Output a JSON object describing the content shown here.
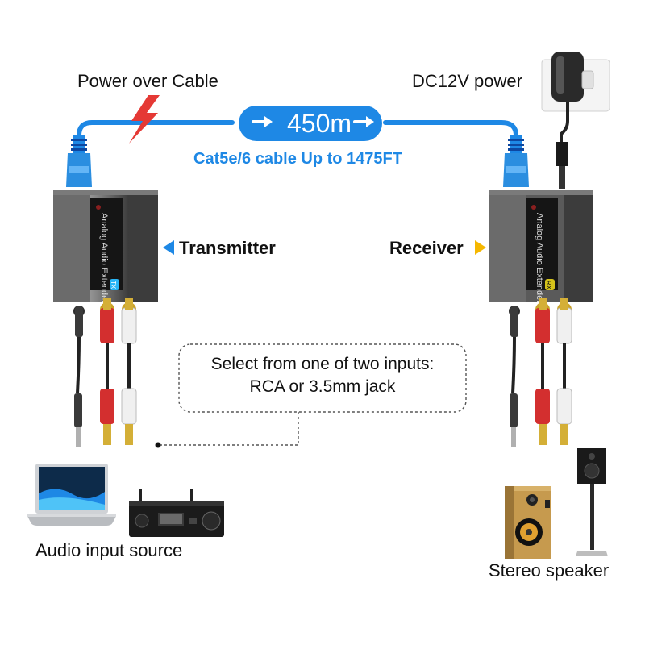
{
  "labels": {
    "power_over_cable": "Power over Cable",
    "dc_power": "DC12V power",
    "distance": "450m",
    "cable": "Cat5e/6 cable Up to 1475FT",
    "transmitter": "Transmitter",
    "receiver": "Receiver",
    "note_line1": "Select from one of two inputs:",
    "note_line2": "RCA or 3.5mm jack",
    "audio_source": "Audio input source",
    "stereo_speaker": "Stereo speaker"
  },
  "device": {
    "name": "Analog Audio Extender",
    "tx_badge": "TX",
    "rx_badge": "RX"
  },
  "colors": {
    "cable_blue": "#1e88e5",
    "lightning_red": "#e53935",
    "tx_arrow": "#1e88e5",
    "rx_arrow": "#f5b700",
    "device_body": "#5a5a5a"
  },
  "icons": [
    "lightning-icon",
    "arrow-right-icon",
    "laptop-icon",
    "av-receiver-icon",
    "bookshelf-speaker-icon",
    "stand-speaker-icon",
    "power-adapter-icon"
  ]
}
